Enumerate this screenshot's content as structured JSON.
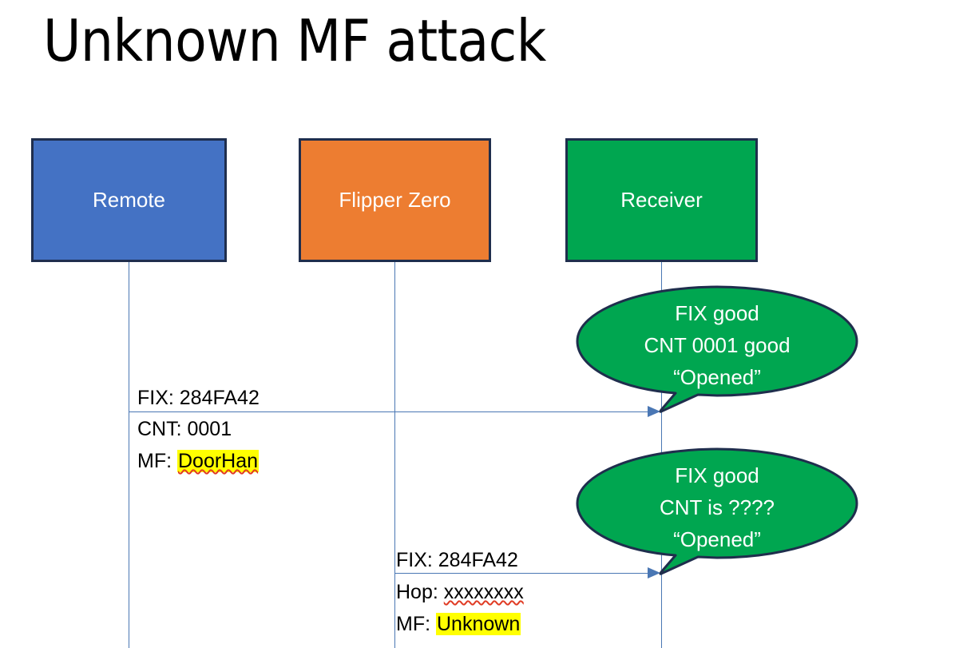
{
  "slide": {
    "title": "Unknown MF attack",
    "background": "#ffffff"
  },
  "colors": {
    "remote_box": "#4472c4",
    "flipper_box": "#ed7d31",
    "receiver_box": "#00a650",
    "box_border": "#1f2e4d",
    "lifeline": "#4a77b4",
    "bubble_fill": "#00a650",
    "bubble_border": "#1f2e4d",
    "highlight": "#ffff00",
    "spellcheck_underline": "#e03b24"
  },
  "actors": [
    {
      "id": "remote",
      "label": "Remote"
    },
    {
      "id": "flipper",
      "label": "Flipper Zero"
    },
    {
      "id": "receiver",
      "label": "Receiver"
    }
  ],
  "messages": [
    {
      "id": "remote-to-receiver",
      "from": "Remote",
      "to": "Receiver",
      "lines": [
        {
          "label": "FIX: 284FA42",
          "highlighted": "",
          "spellcheck": false
        },
        {
          "label": "CNT: 0001",
          "highlighted": "",
          "spellcheck": false
        },
        {
          "label": "MF: ",
          "highlighted": "DoorHan",
          "spellcheck": true
        }
      ]
    },
    {
      "id": "flipper-to-receiver",
      "from": "Flipper Zero",
      "to": "Receiver",
      "lines": [
        {
          "label": "FIX: 284FA42",
          "highlighted": "",
          "spellcheck": false
        },
        {
          "label": "Hop: ",
          "highlighted": "",
          "plain_spell": "xxxxxxxx",
          "spellcheck": true
        },
        {
          "label": "MF: ",
          "highlighted": "Unknown",
          "spellcheck": false
        }
      ]
    }
  ],
  "bubbles": [
    {
      "id": "bubble-1",
      "owner": "Receiver",
      "lines": [
        "FIX good",
        "CNT 0001 good",
        "“Opened”"
      ]
    },
    {
      "id": "bubble-2",
      "owner": "Receiver",
      "lines": [
        "FIX good",
        "CNT is ????",
        "“Opened”"
      ]
    }
  ]
}
